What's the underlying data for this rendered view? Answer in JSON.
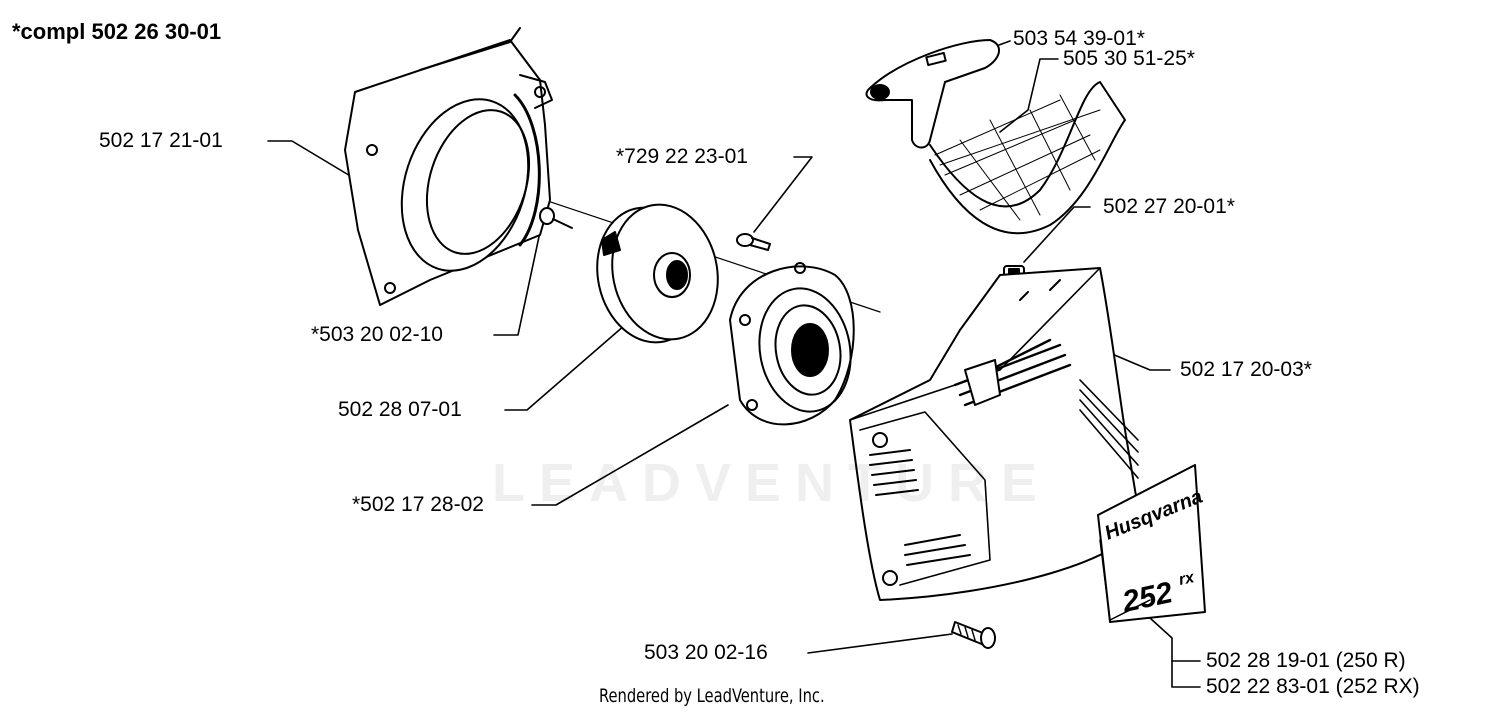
{
  "title": "*compl 502 26 30-01",
  "footer": "Rendered by LeadVenture, Inc.",
  "watermark": "LEADVENTURE",
  "decal": {
    "brand": "Husqvarna",
    "model": "252",
    "model_suffix": "rx"
  },
  "parts": [
    {
      "id": "p1",
      "number": "502 17 21-01"
    },
    {
      "id": "p2",
      "number": "*503 20 02-10"
    },
    {
      "id": "p3",
      "number": "502 28 07-01"
    },
    {
      "id": "p4",
      "number": "*502 17 28-02"
    },
    {
      "id": "p5",
      "number": "*729 22 23-01"
    },
    {
      "id": "p6",
      "number": "503 54 39-01*"
    },
    {
      "id": "p7",
      "number": "505 30 51-25*"
    },
    {
      "id": "p8",
      "number": "502 27 20-01*"
    },
    {
      "id": "p9",
      "number": "502 17 20-03*"
    },
    {
      "id": "p10",
      "number": "503 20 02-16"
    },
    {
      "id": "p11",
      "number": "502 28 19-01 (250 R)"
    },
    {
      "id": "p12",
      "number": "502 22 83-01 (252 RX)"
    }
  ]
}
